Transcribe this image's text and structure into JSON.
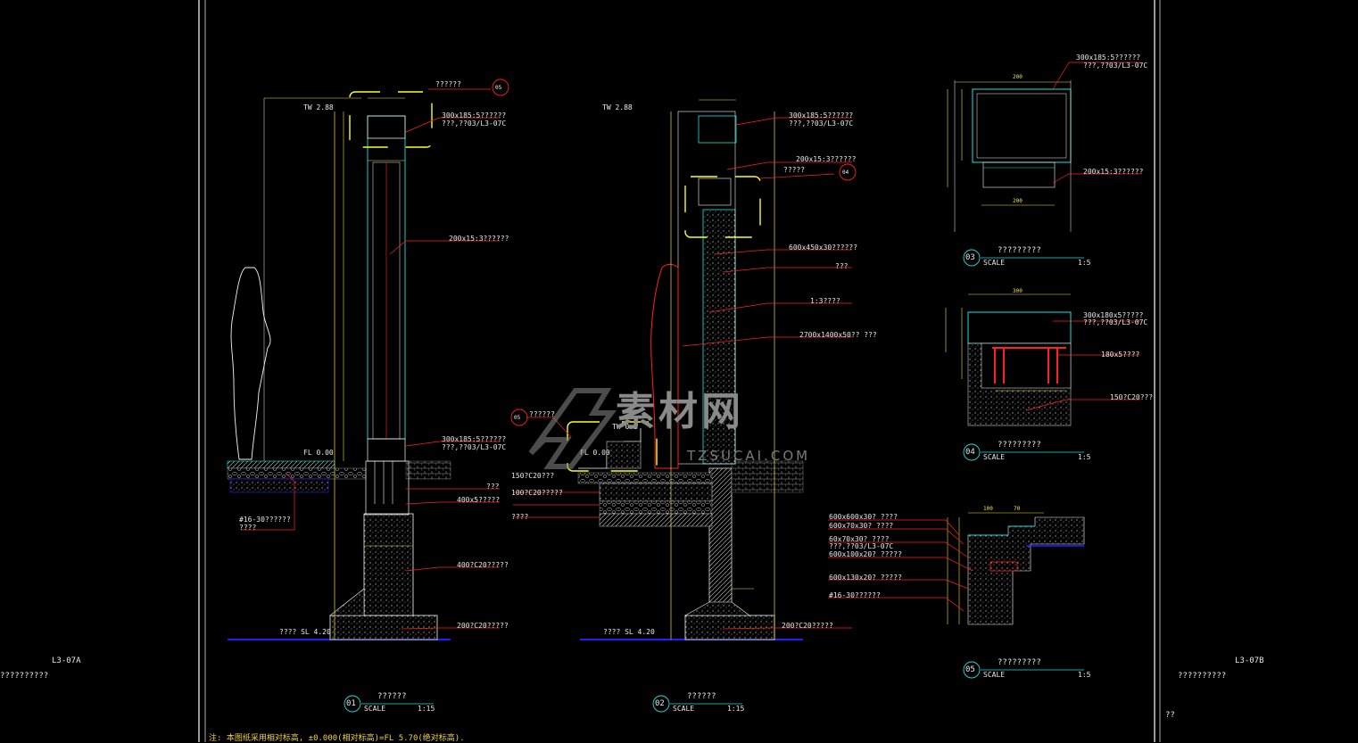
{
  "sheet": {
    "left_sheet_code": "L3-07A",
    "left_sheet_title": "??????????",
    "right_sheet_code": "L3-07B",
    "right_sheet_title": "??????????",
    "right_mark": "??"
  },
  "note": "注: 本图纸采用相对标高, ±0.000(相对标高)=FL 5.70(绝对标高).",
  "watermark": {
    "brand": "素材网",
    "url": "TZSUCAI.COM"
  },
  "details": [
    {
      "id": "01",
      "title": "??????",
      "scale_label": "SCALE",
      "scale": "1:15"
    },
    {
      "id": "02",
      "title": "??????",
      "scale_label": "SCALE",
      "scale": "1:15"
    },
    {
      "id": "03",
      "title": "?????????",
      "scale_label": "SCALE",
      "scale": "1:5"
    },
    {
      "id": "04",
      "title": "?????????",
      "scale_label": "SCALE",
      "scale": "1:5"
    },
    {
      "id": "05",
      "title": "?????????",
      "scale_label": "SCALE",
      "scale": "1:5"
    }
  ],
  "annotations": {
    "d1": [
      "300x185:5??????",
      "???,??03/L3-07C",
      "200x15:3??????",
      "300x185:5??????",
      "???,??03/L3-07C",
      "???",
      "400x5?????",
      "400?C20?????",
      "200?C20?????",
      "#16-30??????",
      "????",
      "FL 0.00",
      "???? SL 4.20",
      "TW 2.88",
      "??????"
    ],
    "d2": [
      "300x185:5??????",
      "???,??03/L3-07C",
      "200x15:3??????",
      "?????",
      "600x450x30??????",
      "???",
      "1:3????",
      "2700x1400x50?? ???",
      "??????",
      "150?C20???",
      "100?C20?????",
      "????",
      "200?C20?????",
      "TW 2.88",
      "TW 0.3",
      "FL 0.00",
      "???? SL 4.20"
    ],
    "d3": [
      "300x185:5??????",
      "???,??03/L3-07C",
      "200x15:3??????",
      "200",
      "200"
    ],
    "d4": [
      "300x180x5?????",
      "???,??03/L3-07C",
      "180x5????",
      "150?C20???",
      "300"
    ],
    "d5": [
      "600x600x30? ????",
      "600x70x30? ????",
      "60x70x30? ????",
      "???,??03/L3-07C",
      "600x100x20? ?????",
      "600x130x20? ?????",
      "#16-30??????",
      "100",
      "70"
    ]
  },
  "colors": {
    "background": "#000000",
    "dim": "#f0e040",
    "leader": "#ff2020",
    "outline": "#f4f4f4",
    "ground": "#2020ff",
    "cyan": "#20e0e0",
    "highlight": "#ffff20"
  }
}
